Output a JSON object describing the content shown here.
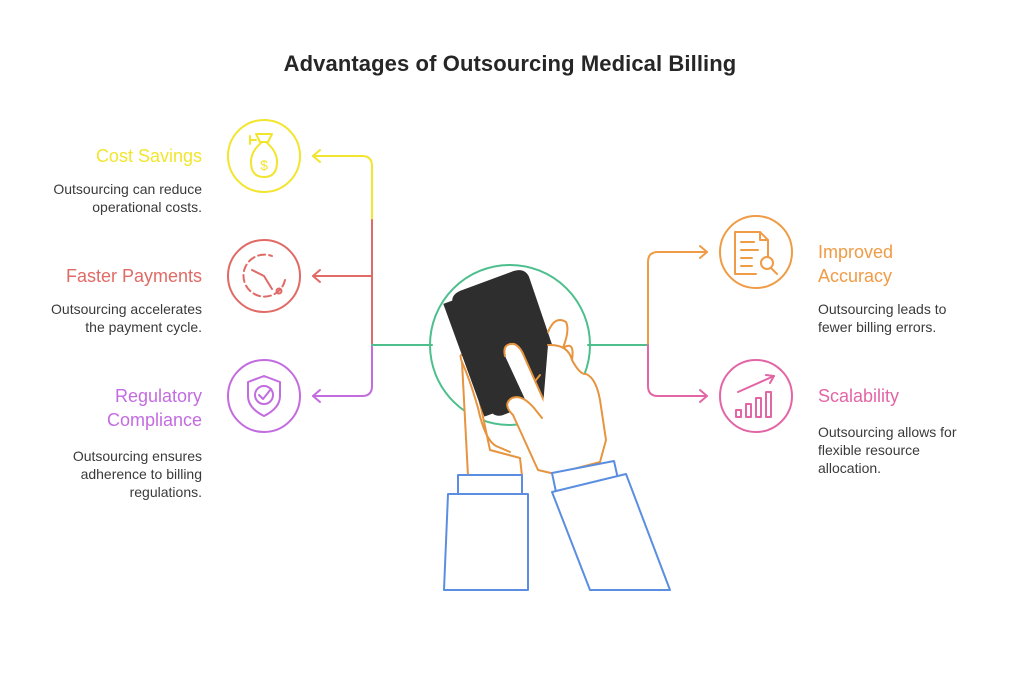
{
  "title": "Advantages of Outsourcing Medical Billing",
  "colors": {
    "yellow": "#f2e52e",
    "red": "#e06a66",
    "purple": "#c36ce0",
    "orange": "#f09b45",
    "pink": "#e265a6",
    "green": "#4dbf8c",
    "hand": "#e6943e",
    "sleeve": "#5b8ee0",
    "phone": "#2e2e2e"
  },
  "items": [
    {
      "heading": "Cost Savings",
      "description": "Outsourcing can reduce operational costs.",
      "icon": "money-bag-icon"
    },
    {
      "heading": "Faster Payments",
      "description": "Outsourcing accelerates the payment cycle.",
      "icon": "stopwatch-icon"
    },
    {
      "heading": "Regulatory Compliance",
      "description": "Outsourcing ensures adherence to billing regulations.",
      "icon": "shield-check-icon"
    },
    {
      "heading": "Improved Accuracy",
      "description": "Outsourcing leads to fewer billing errors.",
      "icon": "document-search-icon"
    },
    {
      "heading": "Scalability",
      "description": "Outsourcing allows for flexible resource allocation.",
      "icon": "growth-chart-icon"
    }
  ],
  "center_icon": "hand-holding-phone-icon"
}
